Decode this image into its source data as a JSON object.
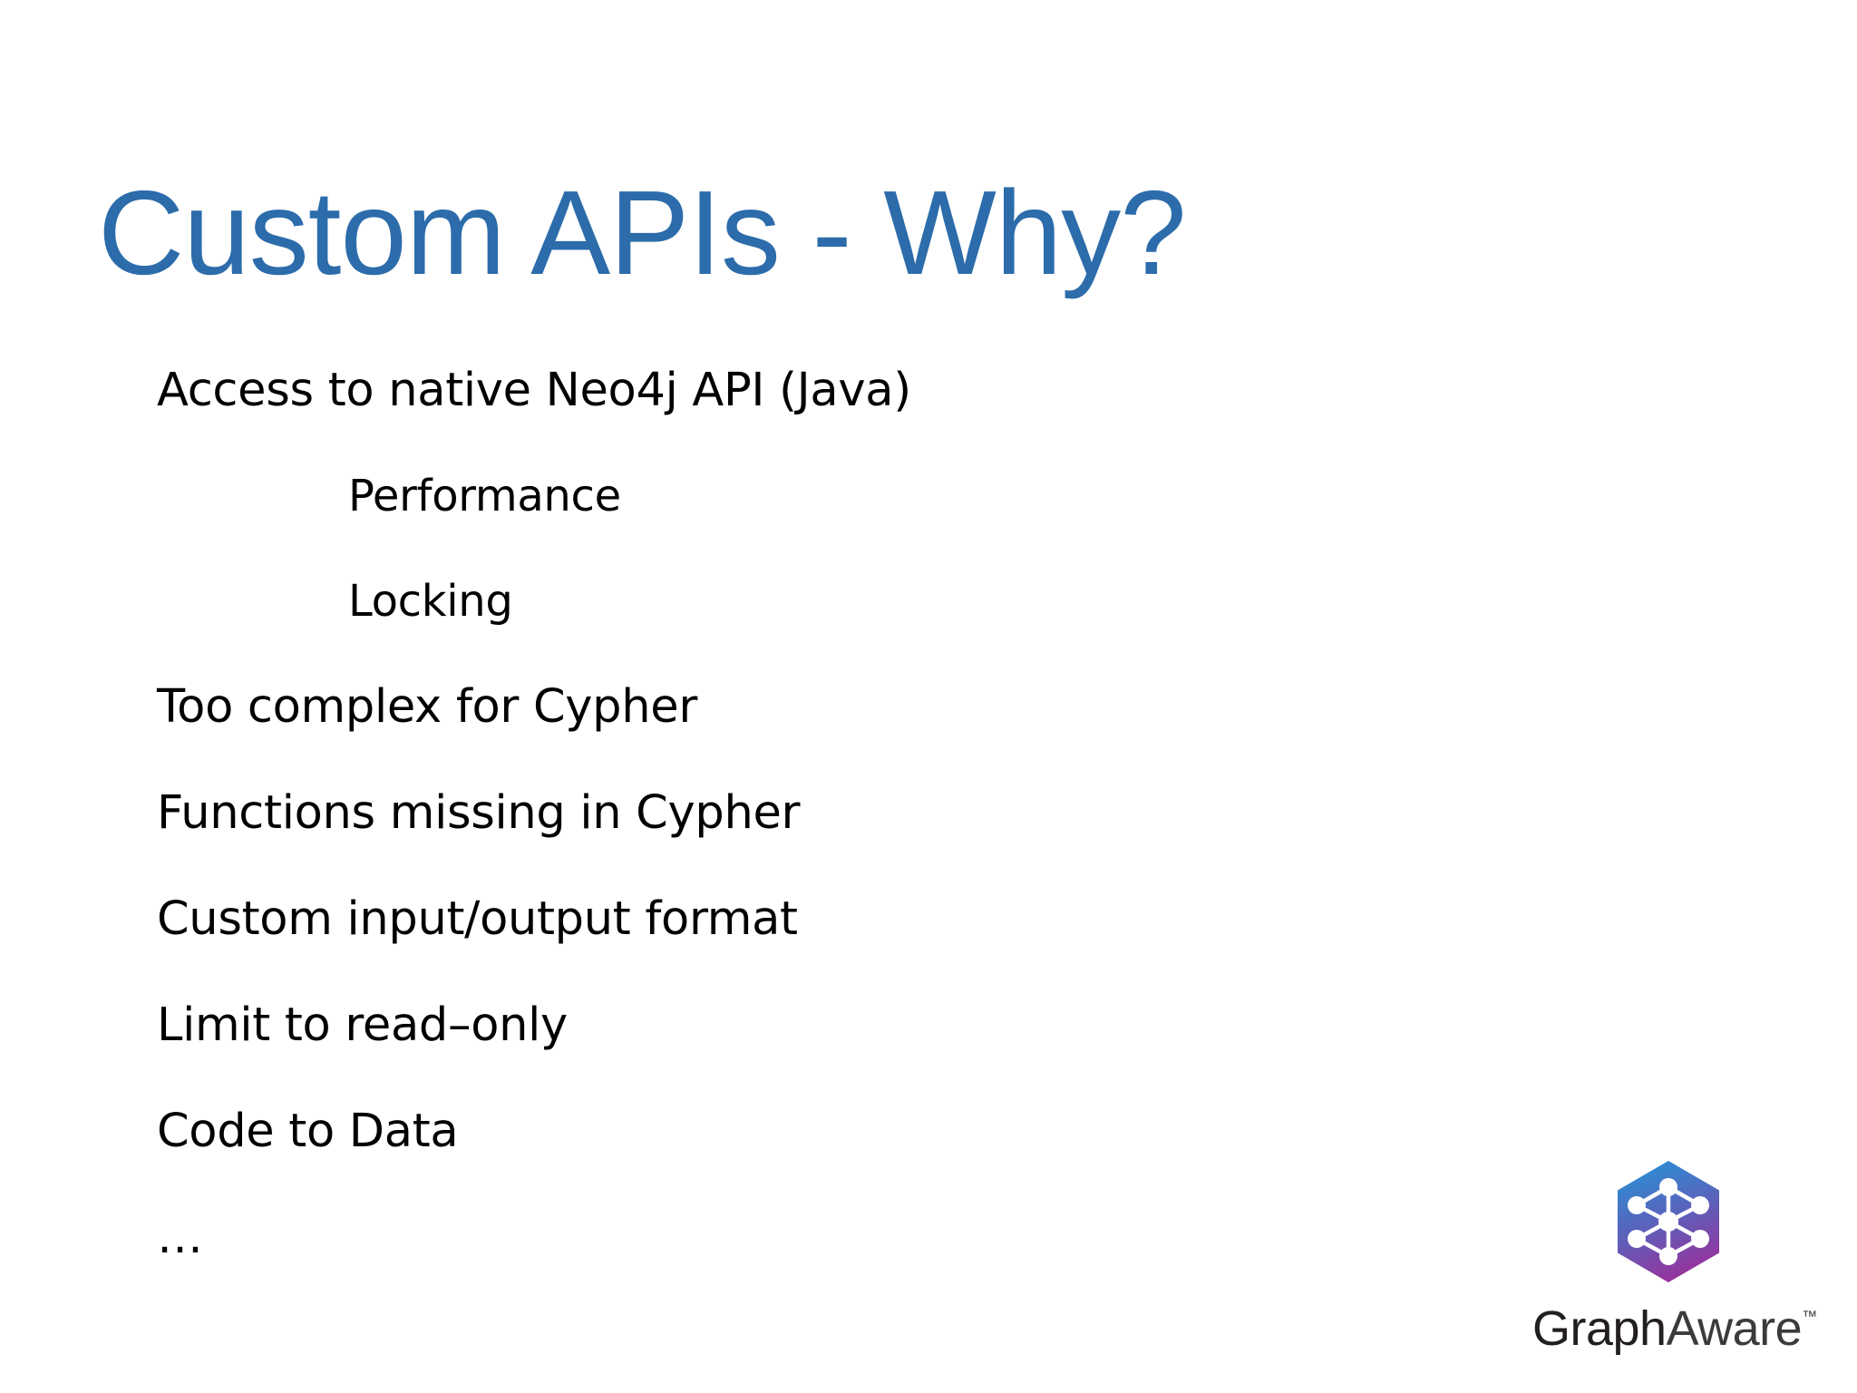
{
  "slide": {
    "title": "Custom APIs - Why?",
    "title_color": "#2c6cab",
    "background_color": "#ffffff",
    "bullet_color": "#8e3191",
    "text_color": "#000000"
  },
  "bullets": [
    {
      "level": 1,
      "text": "Access to native Neo4j API (Java)"
    },
    {
      "level": 2,
      "text": "Performance"
    },
    {
      "level": 2,
      "text": "Locking"
    },
    {
      "level": 1,
      "text": "Too complex for Cypher"
    },
    {
      "level": 1,
      "text": "Functions missing in Cypher"
    },
    {
      "level": 1,
      "text": "Custom input/output format"
    },
    {
      "level": 1,
      "text": "Limit to read–only"
    },
    {
      "level": 1,
      "text": "Code to Data"
    },
    {
      "level": 1,
      "text": "…"
    }
  ],
  "logo": {
    "name_primary": "Graph",
    "name_secondary": "Aware",
    "trademark": "™",
    "gradient_from": "#2b8fd4",
    "gradient_to": "#9b2f9b",
    "node_color": "#ffffff"
  }
}
